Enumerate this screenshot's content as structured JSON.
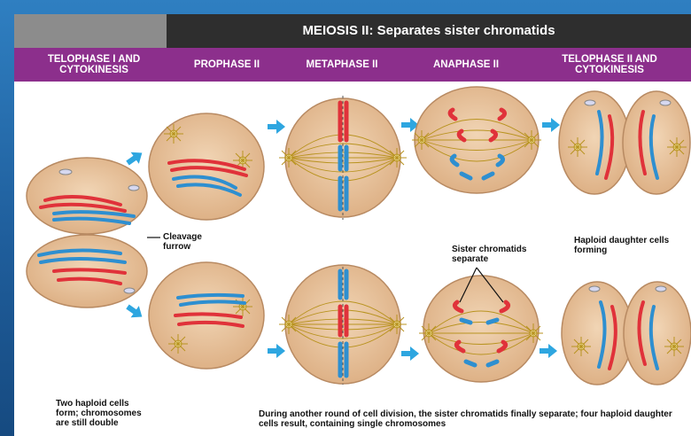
{
  "header": {
    "meiosis_title": "MEIOSIS II: Separates sister chromatids",
    "phases": [
      "TELOPHASE I AND CYTOKINESIS",
      "PROPHASE II",
      "METAPHASE II",
      "ANAPHASE II",
      "TELOPHASE II AND CYTOKINESIS"
    ]
  },
  "labels": {
    "cleavage": "Cleavage furrow",
    "sister": "Sister chromatids separate",
    "haploid_forming": "Haploid daughter cells forming",
    "two_haploid": "Two haploid cells form; chromosomes are still double",
    "bottom_caption": "During another round of cell division, the sister chromatids finally separate; four haploid daughter cells result, containing single chromosomes"
  },
  "colors": {
    "cell": "#e7c09a",
    "cell_edge": "#b88a62",
    "chrom_red": "#e0323a",
    "chrom_blue": "#2e8fd0",
    "spindle": "#b8931f",
    "arrow": "#2ea6e0",
    "header_purple": "#8c2f8c"
  }
}
